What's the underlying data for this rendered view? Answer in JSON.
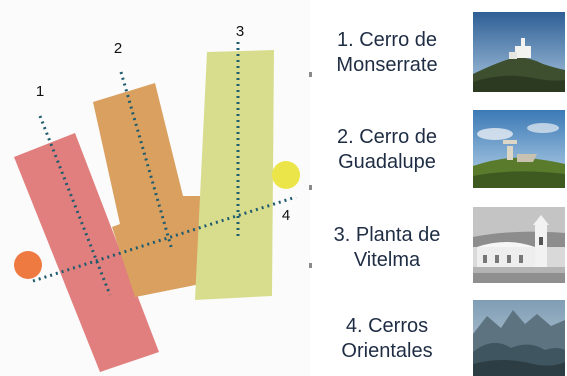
{
  "diagram": {
    "numbers": [
      "1",
      "2",
      "3",
      "4"
    ],
    "colors": {
      "panel_bg": "#fbfbfb",
      "rect1": "#e17e7e",
      "rect2": "#d9a060",
      "rect3": "#d8dd8e",
      "axis": "#1f5c6e",
      "circle_left": "#ee7a42",
      "circle_right": "#ece54a"
    }
  },
  "legend": [
    {
      "line1": "1.   Cerro de",
      "line2": "Monserrate",
      "image": "monserrate-photo"
    },
    {
      "line1": "2.   Cerro de",
      "line2": "Guadalupe",
      "image": "guadalupe-photo"
    },
    {
      "line1": "3.  Planta de",
      "line2": "Vitelma",
      "image": "vitelma-photo"
    },
    {
      "line1": "4.    Cerros",
      "line2": "Orientales",
      "image": "cerros-orientales-photo"
    }
  ]
}
